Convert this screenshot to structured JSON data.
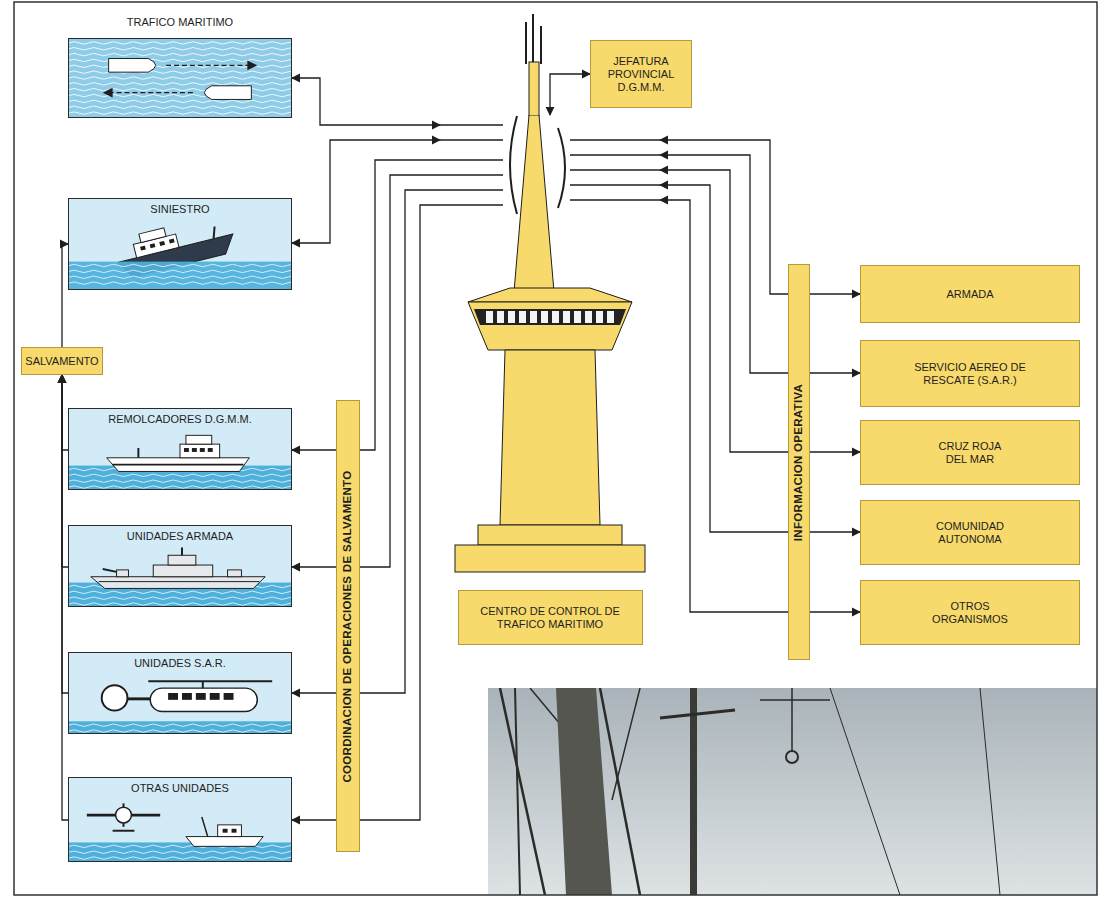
{
  "diagram": {
    "nodes": [
      {
        "text": [
          "TRAFICO MARITIMO"
        ]
      },
      {
        "text": [
          "SINIESTRO"
        ]
      },
      {
        "text": [
          "SALVAMENTO"
        ]
      },
      {
        "text": [
          "REMOLCADORES D.G.M.M."
        ]
      },
      {
        "text": [
          "UNIDADES ARMADA"
        ]
      },
      {
        "text": [
          "UNIDADES S.A.R."
        ]
      },
      {
        "text": [
          "OTRAS UNIDADES"
        ]
      },
      {
        "text": [
          "COORDINACION DE OPERACIONES DE SALVAMENTO"
        ]
      },
      {
        "text": [
          "CENTRO DE CONTROL DE TRAFICO MARITIMO"
        ]
      },
      {
        "text": [
          "JEFATURA PROVINCIAL D.G.M.M."
        ]
      },
      {
        "text": [
          "INFORMACION OPERATIVA"
        ]
      },
      {
        "text": [
          "ARMADA"
        ]
      },
      {
        "text": [
          "SERVICIO AEREO DE RESCATE (S.A.R.)"
        ]
      },
      {
        "text": [
          "CRUZ ROJA DEL MAR"
        ]
      },
      {
        "text": [
          "COMUNIDAD AUTONOMA"
        ]
      },
      {
        "text": [
          "OTROS ORGANISMOS"
        ]
      }
    ],
    "edges": [
      {
        "from": 0,
        "to": 8,
        "arrow": "both"
      },
      {
        "from": 1,
        "to": 8,
        "arrow": "both"
      },
      {
        "from": 3,
        "to": 2,
        "arrow": "to"
      },
      {
        "from": 4,
        "to": 2,
        "arrow": "to"
      },
      {
        "from": 5,
        "to": 2,
        "arrow": "to"
      },
      {
        "from": 6,
        "to": 2,
        "arrow": "to"
      },
      {
        "from": 2,
        "to": 1,
        "arrow": "to"
      },
      {
        "from": 8,
        "to": 7,
        "arrow": "none"
      },
      {
        "from": 8,
        "to": 7,
        "arrow": "none"
      },
      {
        "from": 8,
        "to": 7,
        "arrow": "none"
      },
      {
        "from": 8,
        "to": 7,
        "arrow": "none"
      },
      {
        "from": 7,
        "to": 3,
        "arrow": "to"
      },
      {
        "from": 7,
        "to": 4,
        "arrow": "to"
      },
      {
        "from": 7,
        "to": 5,
        "arrow": "to"
      },
      {
        "from": 7,
        "to": 6,
        "arrow": "to"
      },
      {
        "from": 8,
        "to": 9,
        "arrow": "both"
      },
      {
        "from": 10,
        "to": 8,
        "arrow": "to"
      },
      {
        "from": 10,
        "to": 8,
        "arrow": "to"
      },
      {
        "from": 10,
        "to": 8,
        "arrow": "to"
      },
      {
        "from": 10,
        "to": 8,
        "arrow": "to"
      },
      {
        "from": 10,
        "to": 8,
        "arrow": "to"
      },
      {
        "from": 10,
        "to": 11,
        "arrow": "to"
      },
      {
        "from": 10,
        "to": 12,
        "arrow": "to"
      },
      {
        "from": 10,
        "to": 13,
        "arrow": "to"
      },
      {
        "from": 10,
        "to": 14,
        "arrow": "to"
      },
      {
        "from": 10,
        "to": 15,
        "arrow": "to"
      }
    ]
  }
}
